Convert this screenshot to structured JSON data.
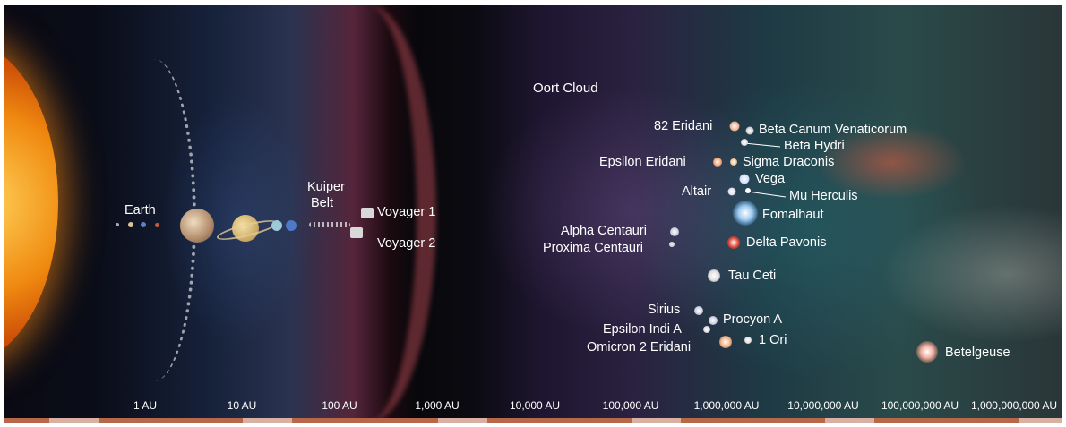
{
  "labels": {
    "earth": "Earth",
    "kuiper_line1": "Kuiper",
    "kuiper_line2": "Belt",
    "voyager1": "Voyager 1",
    "voyager2": "Voyager 2",
    "oort": "Oort Cloud",
    "stars": {
      "eridani82": "82 Eridani",
      "beta_canum": "Beta Canum Venaticorum",
      "beta_hydri": "Beta Hydri",
      "epsilon_eridani": "Epsilon Eridani",
      "sigma_draconis": "Sigma Draconis",
      "vega": "Vega",
      "altair": "Altair",
      "mu_herculis": "Mu Herculis",
      "fomalhaut": "Fomalhaut",
      "alpha_centauri": "Alpha Centauri",
      "proxima_centauri": "Proxima Centauri",
      "delta_pavonis": "Delta Pavonis",
      "tau_ceti": "Tau Ceti",
      "sirius": "Sirius",
      "procyon_a": "Procyon A",
      "epsilon_indi_a": "Epsilon Indi A",
      "one_ori": "1 Ori",
      "omicron2_eridani": "Omicron 2 Eridani",
      "betelgeuse": "Betelgeuse"
    }
  },
  "axis_ticks": [
    "1 AU",
    "10 AU",
    "100 AU",
    "1,000 AU",
    "10,000 AU",
    "100,000 AU",
    "1,000,000 AU",
    "10,000,000 AU",
    "100,000,000 AU",
    "1,000,000,000 AU"
  ],
  "colors": {
    "sun": "#f08a10",
    "scale_bar": "#b8684a",
    "scale_bar_segment": "#d9b0a2",
    "label_text": "#ffffff"
  }
}
